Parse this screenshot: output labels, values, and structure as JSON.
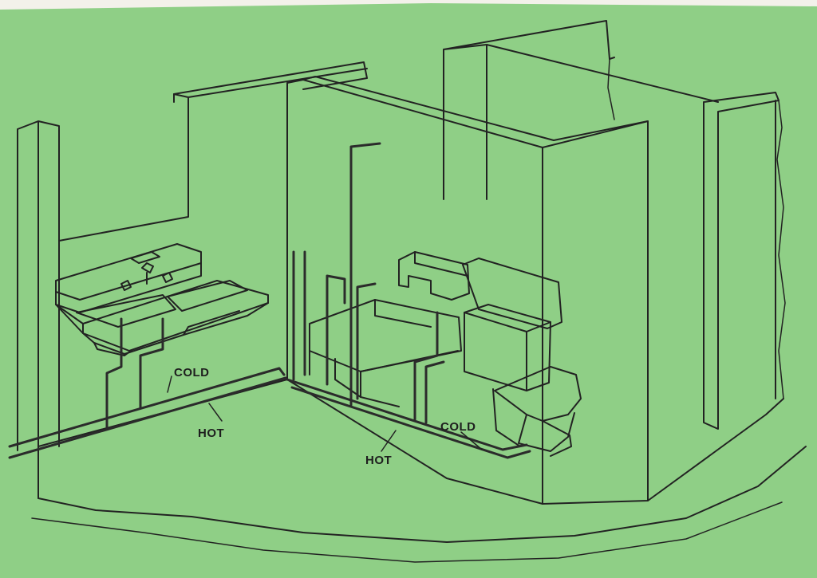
{
  "labels": {
    "sink_cold": "COLD",
    "sink_hot": "HOT",
    "bath_hot": "HOT",
    "bath_cold": "COLD"
  },
  "colors": {
    "paper": "#8fcf86",
    "ink": "#222222",
    "pipe": "#2b2b2b"
  }
}
